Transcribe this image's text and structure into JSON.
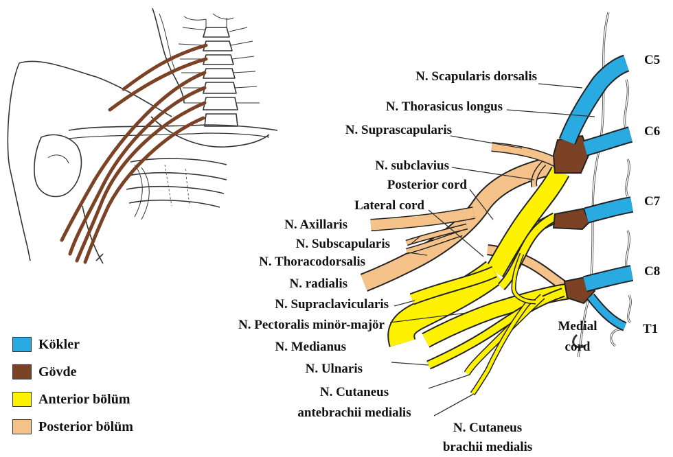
{
  "colors": {
    "roots": "#29ABE2",
    "trunks": "#7B4226",
    "anterior": "#FFF200",
    "posterior": "#F5C28A",
    "outline": "#222222"
  },
  "roots": [
    "C5",
    "C6",
    "C7",
    "C8",
    "T1"
  ],
  "labels": {
    "scapularis_dorsalis": "N. Scapularis dorsalis",
    "thoracicus_longus": "N. Thorasicus longus",
    "suprascapularis": "N. Suprascapularis",
    "subclavius": "N. subclavius",
    "posterior_cord": "Posterior cord",
    "lateral_cord": "Lateral cord",
    "axillaris": "N. Axillaris",
    "subscapularis": "N. Subscapularis",
    "thoracodorsalis": "N. Thoracodorsalis",
    "radialis": "N. radialis",
    "supraclavicularis": "N. Supraclavicularis",
    "pectoralis": "N. Pectoralis minör-majör",
    "medianus": "N. Medianus",
    "ulnaris": "N. Ulnaris",
    "cut_antebrachii_1": "N. Cutaneus",
    "cut_antebrachii_2": "antebrachii medialis",
    "cut_brachii_1": "N. Cutaneus",
    "cut_brachii_2": "brachii medialis",
    "medial_cord_1": "Medial",
    "medial_cord_2": "cord"
  },
  "legend": [
    {
      "label": "Kökler",
      "color": "#29ABE2"
    },
    {
      "label": "Gövde",
      "color": "#7B4226"
    },
    {
      "label": "Anterior bölüm",
      "color": "#FFF200"
    },
    {
      "label": "Posterior bölüm",
      "color": "#F5C28A"
    }
  ]
}
